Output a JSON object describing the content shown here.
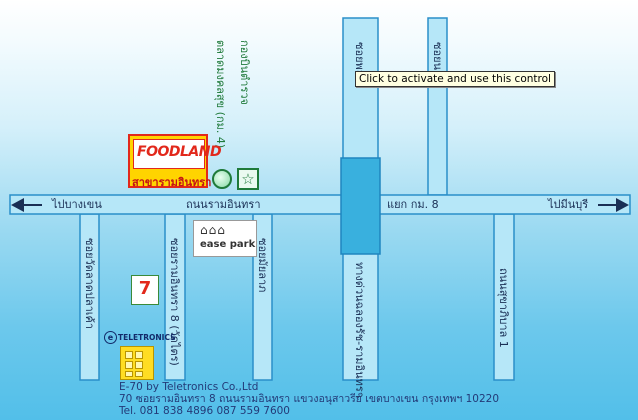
{
  "map": {
    "roads": {
      "main_road": "ถนนรามอินทรา",
      "left_destination": "ไปบางเขน",
      "right_destination": "ไปมีนบุรี",
      "junction": "แยก กม. 8",
      "soi_wat_lad_plakhao": "ซอยวัดลาดปลาเค้า",
      "soi_ramintra_8": "ซอยรามอินทรา 8 (วัดไตร)",
      "soi_mai_lap": "ซอยมัยลาภ",
      "highway_kaset": "ทางด่วนฉลองรัช-รามอินทรา",
      "road_sukhapiban": "ถนนสุขาภิบาล 1",
      "soi_top_left": "ซอยพล",
      "soi_top_right": "ซอยนอน",
      "market": "ตลาดมงคลสุข (กม. 4)",
      "police": "กองบินตำรวจ"
    },
    "landmarks": {
      "foodland_brand": "FOODLAND",
      "foodland_branch": "สาขารามอินทรา",
      "seven_eleven": "7",
      "easepark": "ease park",
      "teletronics": "TELETRONICS"
    },
    "tooltip": "Click to activate and use this control",
    "footer": {
      "line1": "E-70 by Teletronics Co.,Ltd",
      "line2": "70 ซอยรามอินทรา 8 ถนนรามอินทรา แขวงอนุสาวรีย์ เขตบางเขน กรุงเทพฯ 10220",
      "line3": "Tel. 081 838 4896  087 559 7600"
    },
    "colors": {
      "road_fill": "#b6e7f8",
      "road_stroke": "#2a8fc9",
      "background_bottom": "#52bfe9",
      "foodland_red": "#e2281b",
      "foodland_yellow": "#ffd400"
    }
  }
}
